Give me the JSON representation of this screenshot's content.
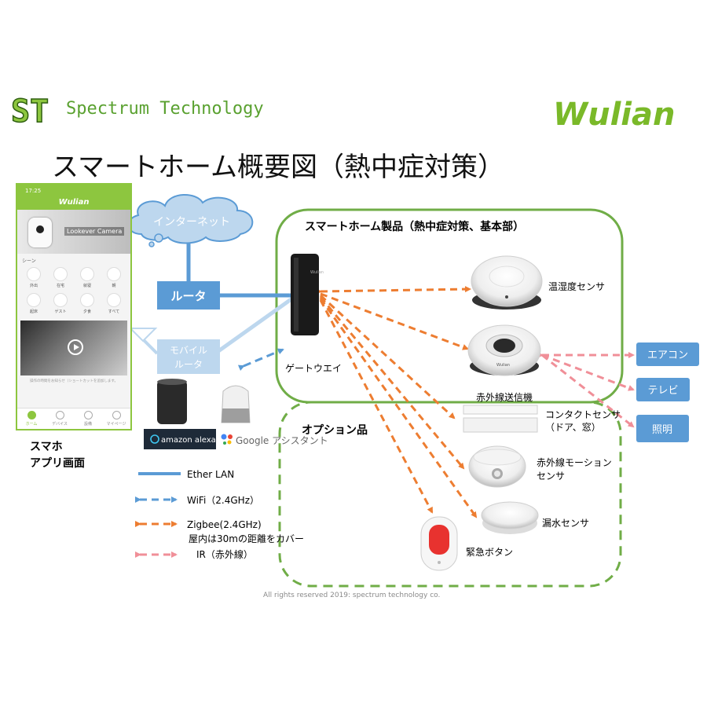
{
  "header": {
    "logo_st": "ST",
    "company": "Spectrum Technology",
    "brand": "Wulian",
    "title": "スマートホーム概要図（熱中症対策）"
  },
  "phone": {
    "time": "17:25",
    "brand": "Wulian",
    "camera_caption": "Lookever Camera",
    "scene_label": "シーン",
    "grid": [
      "外出",
      "在宅",
      "就寝",
      "朝",
      "起床",
      "ゲスト",
      "夕食",
      "すべて"
    ],
    "note": "操作の時間をお知らせ（ショートカットを追加します。",
    "tabs": [
      "ホーム",
      "デバイス",
      "設備",
      "マイページ"
    ],
    "caption_line1": "スマホ",
    "caption_line2": "アプリ画面"
  },
  "network": {
    "internet": "インターネット",
    "router": "ルータ",
    "mobile_router_line1": "モバイル",
    "mobile_router_line2": "ルータ",
    "gateway": "ゲートウエイ",
    "alexa": "amazon alexa",
    "google": "Google アシスタント"
  },
  "groups": {
    "main": "スマートホーム製品（熱中症対策、基本部）",
    "option": "オプション品"
  },
  "devices": {
    "temp_sensor": "温湿度センサ",
    "ir_blaster": "赤外線送信機",
    "contact_line1": "コンタクトセンサ",
    "contact_line2": "（ドア、窓）",
    "motion_line1": "赤外線モーション",
    "motion_line2": "センサ",
    "leak": "漏水センサ",
    "emergency": "緊急ボタン",
    "gw_label": "Wulian"
  },
  "appliances": [
    "エアコン",
    "テレビ",
    "照明"
  ],
  "legend": {
    "ether": "Ether LAN",
    "wifi": "WiFi（2.4GHz）",
    "zigbee_line1": "Zigbee(2.4GHz)",
    "zigbee_line2": "屋内は30mの距離をカバー",
    "ir": "IR（赤外線）"
  },
  "footer": "All rights reserved 2019: spectrum technology co.",
  "colors": {
    "green": "#70ad47",
    "brand_green": "#8dc63f",
    "blue": "#5b9bd5",
    "light_blue": "#bdd7ee",
    "orange": "#ed7d31",
    "pink": "#f4a0a8",
    "appliance_blue": "#5b9bd5"
  }
}
